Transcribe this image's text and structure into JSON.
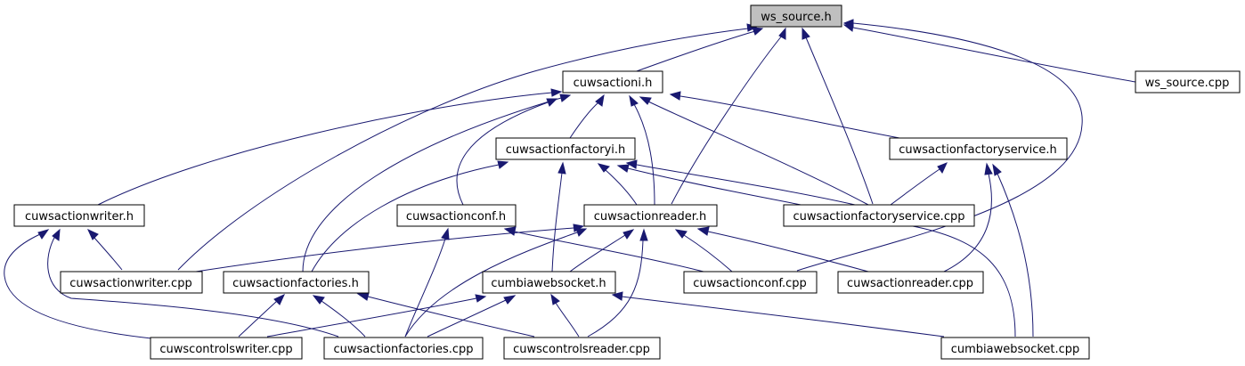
{
  "graph": {
    "nodes": {
      "ws_source_h": "ws_source.h",
      "cuwsactioni_h": "cuwsactioni.h",
      "ws_source_cpp": "ws_source.cpp",
      "cuwsactionfactoryi_h": "cuwsactionfactoryi.h",
      "cuwsactionfactoryservice_h": "cuwsactionfactoryservice.h",
      "cuwsactionwriter_h": "cuwsactionwriter.h",
      "cuwsactionconf_h": "cuwsactionconf.h",
      "cuwsactionreader_h": "cuwsactionreader.h",
      "cuwsactionfactoryservice_cpp": "cuwsactionfactoryservice.cpp",
      "cuwsactionwriter_cpp": "cuwsactionwriter.cpp",
      "cuwsactionfactories_h": "cuwsactionfactories.h",
      "cumbiawebsocket_h": "cumbiawebsocket.h",
      "cuwsactionconf_cpp": "cuwsactionconf.cpp",
      "cuwsactionreader_cpp": "cuwsactionreader.cpp",
      "cuwscontrolswriter_cpp": "cuwscontrolswriter.cpp",
      "cuwsactionfactories_cpp": "cuwsactionfactories.cpp",
      "cuwscontrolsreader_cpp": "cuwscontrolsreader.cpp",
      "cumbiawebsocket_cpp": "cumbiawebsocket.cpp"
    },
    "edges": [
      [
        "cuwsactioni_h",
        "ws_source_h"
      ],
      [
        "cuwsactionwriter_cpp",
        "ws_source_h"
      ],
      [
        "cuwsactionreader_h",
        "ws_source_h"
      ],
      [
        "cuwsactionfactoryservice_cpp",
        "ws_source_h"
      ],
      [
        "cuwsactionconf_cpp",
        "ws_source_h"
      ],
      [
        "ws_source_cpp",
        "ws_source_h"
      ],
      [
        "cuwsactionfactoryi_h",
        "cuwsactioni_h"
      ],
      [
        "cuwsactionfactoryservice_h",
        "cuwsactioni_h"
      ],
      [
        "cuwsactionwriter_h",
        "cuwsactioni_h"
      ],
      [
        "cuwsactionconf_h",
        "cuwsactioni_h"
      ],
      [
        "cuwsactionreader_h",
        "cuwsactioni_h"
      ],
      [
        "cuwsactionfactoryservice_cpp",
        "cuwsactioni_h"
      ],
      [
        "cuwsactionfactories_h",
        "cuwsactioni_h"
      ],
      [
        "cuwsactionreader_h",
        "cuwsactionfactoryi_h"
      ],
      [
        "cuwsactionfactoryservice_cpp",
        "cuwsactionfactoryi_h"
      ],
      [
        "cuwsactionfactories_h",
        "cuwsactionfactoryi_h"
      ],
      [
        "cumbiawebsocket_h",
        "cuwsactionfactoryi_h"
      ],
      [
        "cumbiawebsocket_cpp",
        "cuwsactionfactoryi_h"
      ],
      [
        "cuwsactionfactoryservice_cpp",
        "cuwsactionfactoryservice_h"
      ],
      [
        "cuwsactionreader_cpp",
        "cuwsactionfactoryservice_h"
      ],
      [
        "cumbiawebsocket_cpp",
        "cuwsactionfactoryservice_h"
      ],
      [
        "cuwsactionwriter_cpp",
        "cuwsactionwriter_h"
      ],
      [
        "cuwscontrolswriter_cpp",
        "cuwsactionwriter_h"
      ],
      [
        "cuwsactionfactories_cpp",
        "cuwsactionwriter_h"
      ],
      [
        "cuwsactionconf_cpp",
        "cuwsactionconf_h"
      ],
      [
        "cuwsactionfactories_cpp",
        "cuwsactionconf_h"
      ],
      [
        "cuwsactionwriter_cpp",
        "cuwsactionreader_h"
      ],
      [
        "cumbiawebsocket_h",
        "cuwsactionreader_h"
      ],
      [
        "cuwsactionconf_cpp",
        "cuwsactionreader_h"
      ],
      [
        "cuwsactionreader_cpp",
        "cuwsactionreader_h"
      ],
      [
        "cuwsactionfactories_cpp",
        "cuwsactionreader_h"
      ],
      [
        "cuwscontrolsreader_cpp",
        "cuwsactionreader_h"
      ],
      [
        "cuwscontrolswriter_cpp",
        "cuwsactionfactories_h"
      ],
      [
        "cuwsactionfactories_cpp",
        "cuwsactionfactories_h"
      ],
      [
        "cuwscontrolsreader_cpp",
        "cuwsactionfactories_h"
      ],
      [
        "cuwscontrolswriter_cpp",
        "cumbiawebsocket_h"
      ],
      [
        "cuwsactionfactories_cpp",
        "cumbiawebsocket_h"
      ],
      [
        "cuwscontrolsreader_cpp",
        "cumbiawebsocket_h"
      ],
      [
        "cumbiawebsocket_cpp",
        "cumbiawebsocket_h"
      ]
    ]
  },
  "colors": {
    "edge": "#191970",
    "root_fill": "#bfbfbf",
    "node_fill": "#ffffff",
    "node_border": "#000000"
  }
}
